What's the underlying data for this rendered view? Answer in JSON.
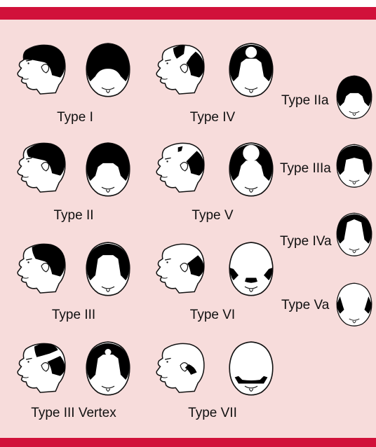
{
  "colors": {
    "band": "#d1113a",
    "panel": "#f7dcdb",
    "hair": "#000000"
  },
  "types": [
    {
      "label": "Type I",
      "icons": [
        "side-head-icon",
        "top-head-icon"
      ]
    },
    {
      "label": "Type II",
      "icons": [
        "side-head-icon",
        "top-head-icon"
      ]
    },
    {
      "label": "Type III",
      "icons": [
        "side-head-icon",
        "top-head-icon"
      ]
    },
    {
      "label": "Type III Vertex",
      "icons": [
        "side-head-icon",
        "top-head-icon"
      ]
    },
    {
      "label": "Type IV",
      "icons": [
        "side-head-icon",
        "top-head-icon"
      ]
    },
    {
      "label": "Type V",
      "icons": [
        "side-head-icon",
        "top-head-icon"
      ]
    },
    {
      "label": "Type VI",
      "icons": [
        "side-head-icon",
        "top-head-icon"
      ]
    },
    {
      "label": "Type VII",
      "icons": [
        "side-head-icon",
        "top-head-icon"
      ]
    }
  ],
  "variants": [
    {
      "label": "Type IIa",
      "icon": "top-head-icon"
    },
    {
      "label": "Type IIIa",
      "icon": "top-head-icon"
    },
    {
      "label": "Type IVa",
      "icon": "top-head-icon"
    },
    {
      "label": "Type Va",
      "icon": "top-head-icon"
    }
  ]
}
